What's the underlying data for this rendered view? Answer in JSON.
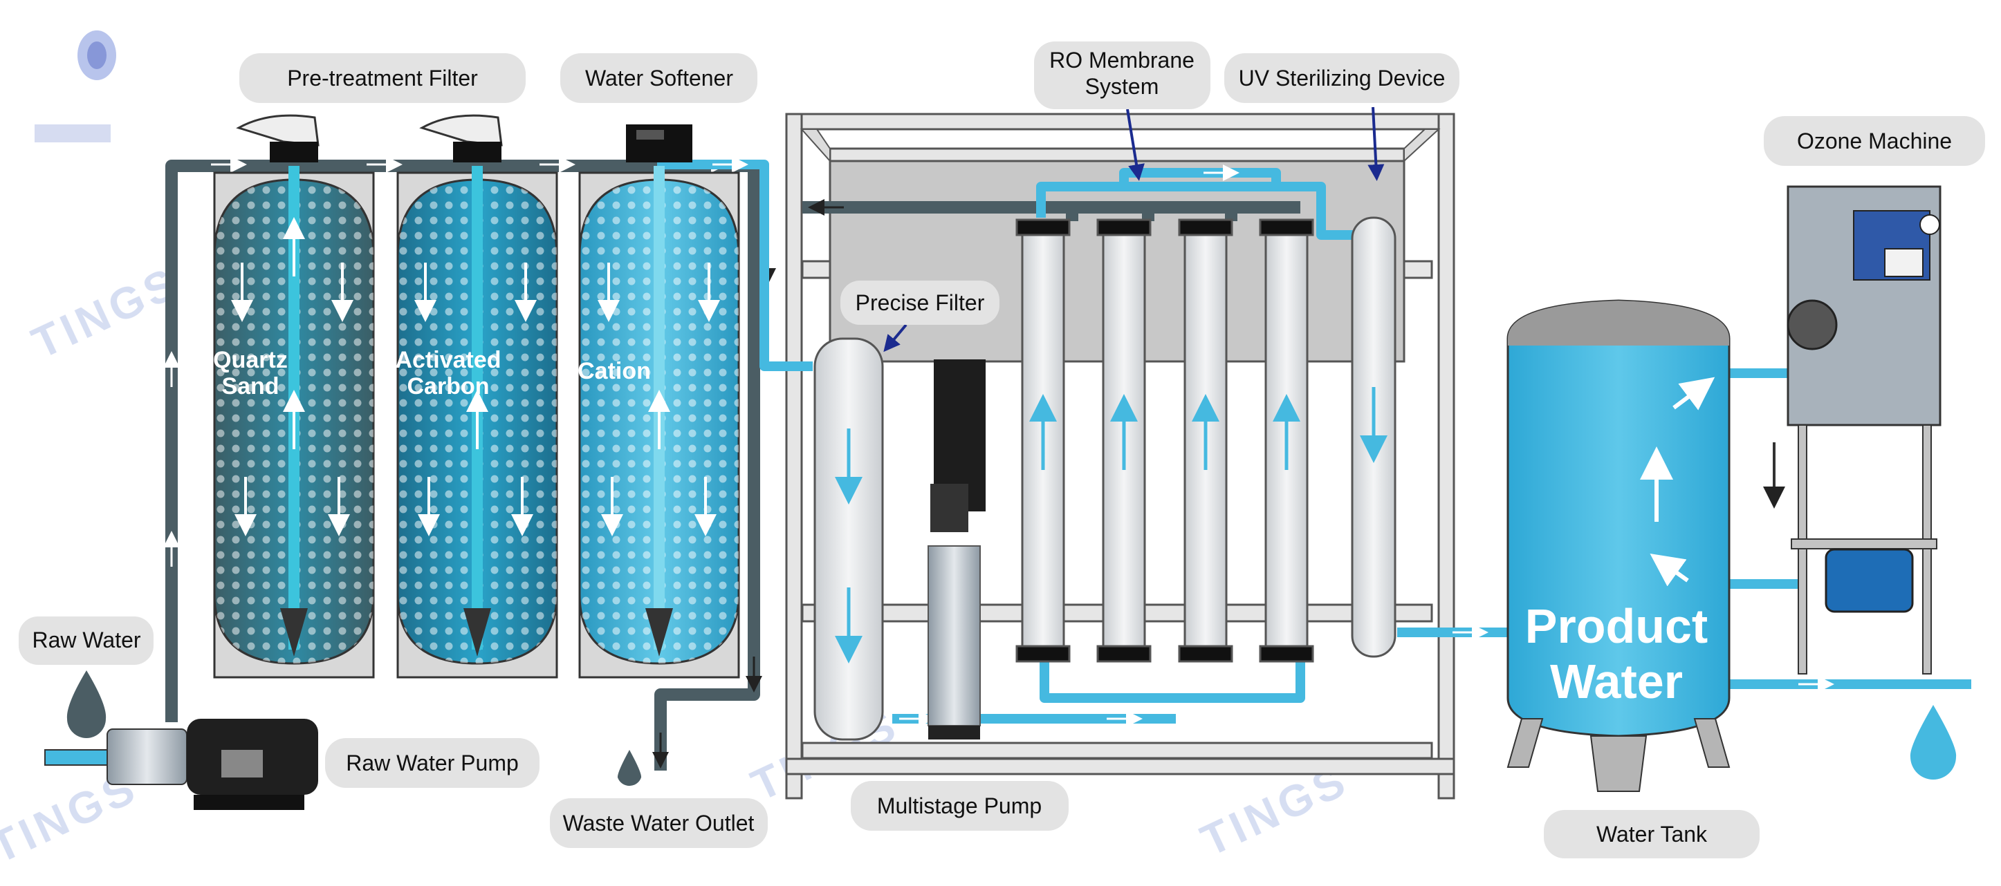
{
  "labels": {
    "pretreatment_filter": "Pre-treatment Filter",
    "water_softener": "Water Softener",
    "ro_membrane_line1": "RO Membrane",
    "ro_membrane_line2": "System",
    "uv_sterilizing": "UV Sterilizing Device",
    "ozone_machine": "Ozone Machine",
    "precise_filter": "Precise Filter",
    "raw_water": "Raw Water",
    "raw_water_pump": "Raw Water Pump",
    "waste_water_outlet": "Waste Water Outlet",
    "multistage_pump": "Multistage Pump",
    "water_tank": "Water Tank"
  },
  "tanks": {
    "quartz_line1": "Quartz",
    "quartz_line2": "Sand",
    "carbon_line1": "Activated",
    "carbon_line2": "Carbon",
    "cation": "Cation"
  },
  "product_water": {
    "line1": "Product",
    "line2": "Water"
  },
  "watermark": "TINGS",
  "colors": {
    "water": "#45b9e0",
    "dark_pipe": "#4b5d64",
    "label_bg": "#e3e3e3",
    "frame": "#e6e6e6"
  }
}
